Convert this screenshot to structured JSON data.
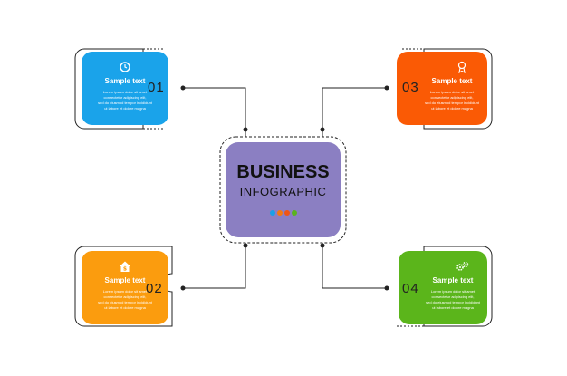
{
  "center": {
    "title": "BUSINESS",
    "subtitle": "INFOGRAPHIC",
    "dot_colors": [
      "#1aa0e8",
      "#f47a10",
      "#ef5516",
      "#5ab41e"
    ]
  },
  "steps": [
    {
      "number": "01",
      "title": "Sample text",
      "icon": "clock-icon",
      "color": "#1aa3ea",
      "body": [
        "Lorem ipsum dolor sit amet",
        "consectetur adipiscing elit,",
        "sed do eiusmod tempor incididunt",
        "ut labore et dolore magna"
      ]
    },
    {
      "number": "02",
      "title": "Sample text",
      "icon": "house-dollar-icon",
      "color": "#fb9c0e",
      "body": [
        "Lorem ipsum dolor sit amet",
        "consectetur adipiscing elit,",
        "sed do eiusmod tempor incididunt",
        "ut labore et dolore magna"
      ]
    },
    {
      "number": "03",
      "title": "Sample text",
      "icon": "trophy-icon",
      "color": "#fa5a05",
      "body": [
        "Lorem ipsum dolor sit amet",
        "consectetur adipiscing elit,",
        "sed do eiusmod tempor incididunt",
        "ut labore et dolore magna"
      ]
    },
    {
      "number": "04",
      "title": "Sample text",
      "icon": "gears-icon",
      "color": "#5bb51b",
      "body": [
        "Lorem ipsum dolor sit amet",
        "consectetur adipiscing elit,",
        "sed do eiusmod tempor incididunt",
        "ut labore et dolore magna"
      ]
    }
  ]
}
